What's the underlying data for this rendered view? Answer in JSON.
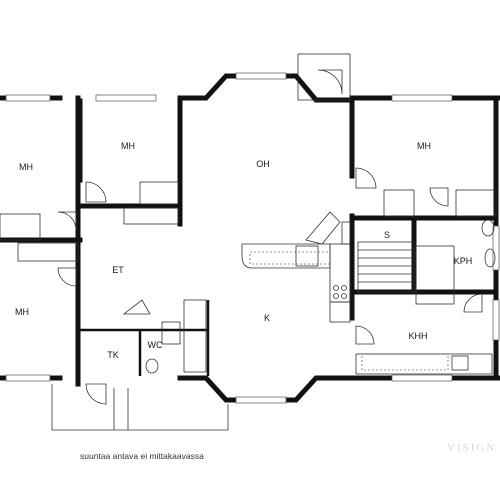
{
  "rooms": {
    "mh_top_left": "MH",
    "mh_middle": "MH",
    "mh_right": "MH",
    "mh_bottom_left": "MH",
    "oh": "OH",
    "et": "ET",
    "k": "K",
    "s": "S",
    "kph": "KPH",
    "khh": "KHH",
    "tk": "TK",
    "wc": "WC"
  },
  "caption": "suuntaa antava ei mittakaavassa",
  "watermark": "VISIGN"
}
